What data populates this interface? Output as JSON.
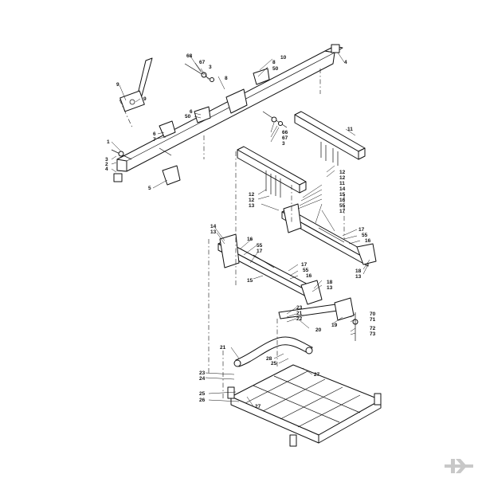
{
  "diagram": {
    "callouts": [
      {
        "id": "c1",
        "text": "68"
      },
      {
        "id": "c2",
        "text": "67"
      },
      {
        "id": "c3",
        "text": "3"
      },
      {
        "id": "c4",
        "text": "8"
      },
      {
        "id": "c5",
        "text": "10"
      },
      {
        "id": "c6",
        "text": "8"
      },
      {
        "id": "c7",
        "text": "50"
      },
      {
        "id": "c8",
        "text": "4"
      },
      {
        "id": "c9",
        "text": "9"
      },
      {
        "id": "c10",
        "text": "9"
      },
      {
        "id": "c11",
        "text": "6"
      },
      {
        "id": "c12",
        "text": "50"
      },
      {
        "id": "c13",
        "text": "6"
      },
      {
        "id": "c14",
        "text": "7"
      },
      {
        "id": "c15",
        "text": "66"
      },
      {
        "id": "c16",
        "text": "67"
      },
      {
        "id": "c17",
        "text": "3"
      },
      {
        "id": "c18",
        "text": "11"
      },
      {
        "id": "c19",
        "text": "1"
      },
      {
        "id": "c20",
        "text": "3"
      },
      {
        "id": "c21",
        "text": "2"
      },
      {
        "id": "c22",
        "text": "4"
      },
      {
        "id": "c23",
        "text": "5"
      },
      {
        "id": "c24",
        "text": "12"
      },
      {
        "id": "c25",
        "text": "12"
      },
      {
        "id": "c26",
        "text": "11"
      },
      {
        "id": "c27",
        "text": "14"
      },
      {
        "id": "c28",
        "text": "15"
      },
      {
        "id": "c29",
        "text": "16"
      },
      {
        "id": "c30",
        "text": "12"
      },
      {
        "id": "c31",
        "text": "12"
      },
      {
        "id": "c32",
        "text": "13"
      },
      {
        "id": "c33",
        "text": "55"
      },
      {
        "id": "c34",
        "text": "17"
      },
      {
        "id": "c35",
        "text": "14"
      },
      {
        "id": "c36",
        "text": "13"
      },
      {
        "id": "c37",
        "text": "16"
      },
      {
        "id": "c38",
        "text": "55"
      },
      {
        "id": "c39",
        "text": "17"
      },
      {
        "id": "c40",
        "text": "17"
      },
      {
        "id": "c41",
        "text": "55"
      },
      {
        "id": "c42",
        "text": "16"
      },
      {
        "id": "c43",
        "text": "18"
      },
      {
        "id": "c44",
        "text": "13"
      },
      {
        "id": "c45",
        "text": "15"
      },
      {
        "id": "c46",
        "text": "17"
      },
      {
        "id": "c47",
        "text": "55"
      },
      {
        "id": "c48",
        "text": "16"
      },
      {
        "id": "c49",
        "text": "18"
      },
      {
        "id": "c50",
        "text": "13"
      },
      {
        "id": "c51",
        "text": "23"
      },
      {
        "id": "c52",
        "text": "21"
      },
      {
        "id": "c53",
        "text": "22"
      },
      {
        "id": "c54",
        "text": "20"
      },
      {
        "id": "c55",
        "text": "19"
      },
      {
        "id": "c56",
        "text": "70"
      },
      {
        "id": "c57",
        "text": "71"
      },
      {
        "id": "c58",
        "text": "72"
      },
      {
        "id": "c59",
        "text": "73"
      },
      {
        "id": "c60",
        "text": "21"
      },
      {
        "id": "c61",
        "text": "28"
      },
      {
        "id": "c62",
        "text": "25"
      },
      {
        "id": "c63",
        "text": "23"
      },
      {
        "id": "c64",
        "text": "24"
      },
      {
        "id": "c65",
        "text": "27"
      },
      {
        "id": "c66",
        "text": "25"
      },
      {
        "id": "c67",
        "text": "26"
      },
      {
        "id": "c68",
        "text": "27"
      }
    ]
  },
  "brand": {
    "logo_name": "kramp-logo-icon",
    "color": "#c8c8c8"
  }
}
